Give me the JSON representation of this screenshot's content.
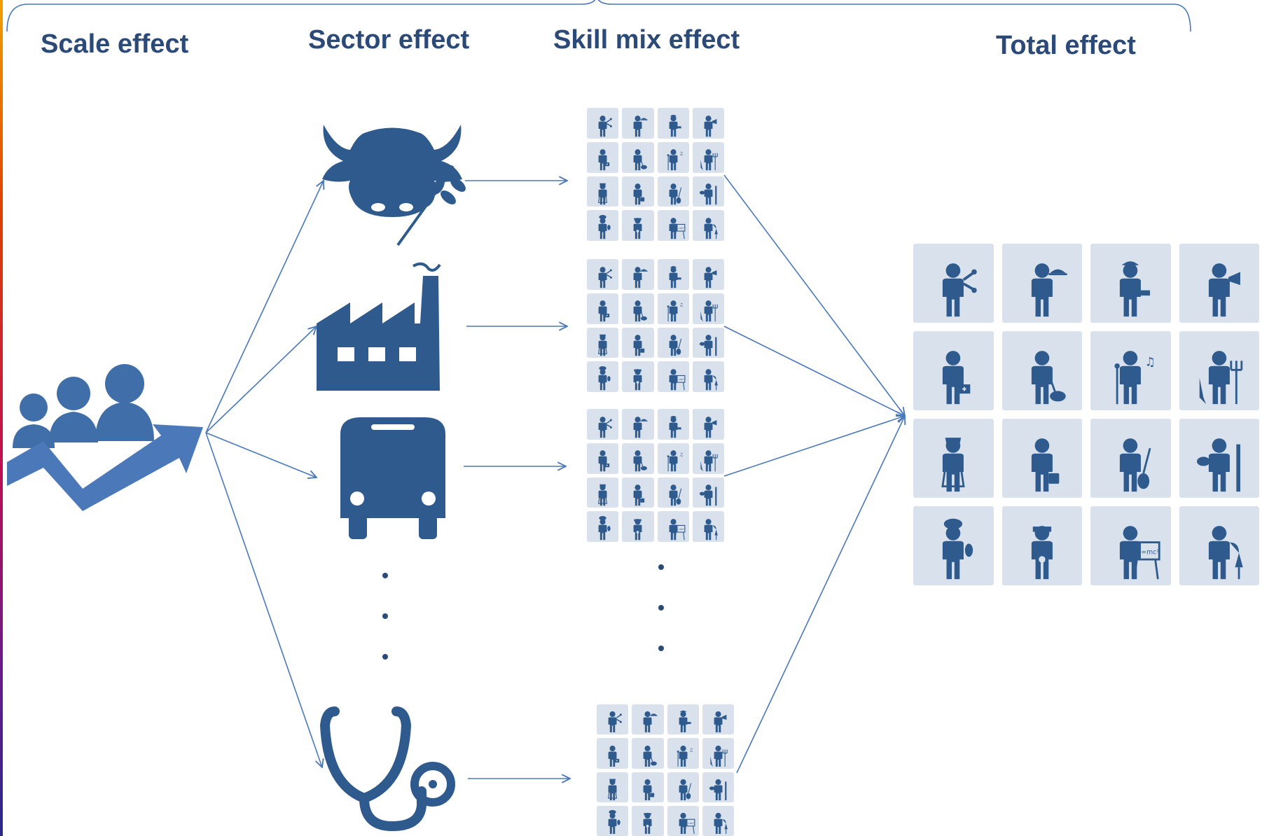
{
  "headings": {
    "scale": "Scale effect",
    "sector": "Sector effect",
    "skill_mix": "Skill mix effect",
    "total": "Total effect"
  },
  "colors": {
    "icon": "#2e5a8e",
    "arrow": "#4a78b8",
    "tile_bg": "#d9e2ec",
    "heading": "#2b4a78"
  },
  "scale_icon": "growing-workforce-icon",
  "sectors": [
    {
      "icon": "agriculture-cow-wheat-icon"
    },
    {
      "icon": "industry-factory-icon"
    },
    {
      "icon": "transport-bus-icon"
    },
    {
      "icon": "health-stethoscope-icon"
    }
  ],
  "occupations": [
    "hairdresser",
    "waiter",
    "construction-worker",
    "announcer",
    "doctor",
    "cleaner",
    "singer",
    "farmer",
    "nurse",
    "businessman",
    "musician",
    "painter",
    "cook",
    "mechanic",
    "teacher",
    "tailor"
  ]
}
